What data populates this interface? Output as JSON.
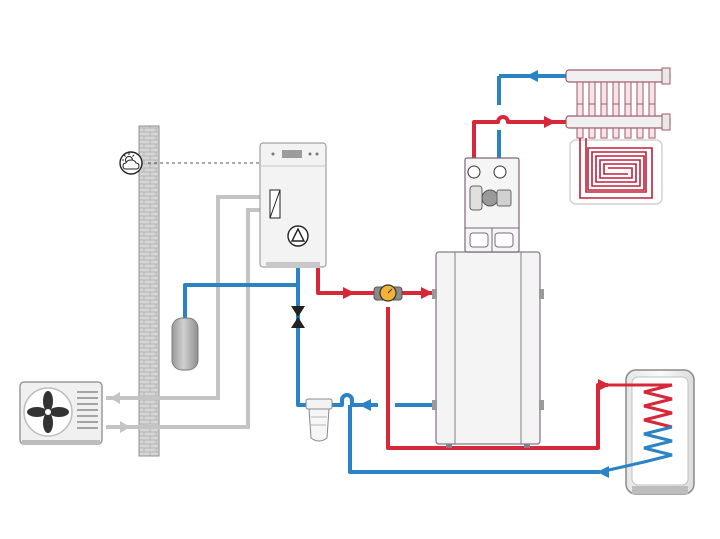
{
  "colors": {
    "hot": "#d7283a",
    "cold": "#2b83c6",
    "return_gray": "#c4c4c4",
    "equipment": "#f2f2f2",
    "outline": "#8a8a8a",
    "wall": "#9a9a9a",
    "floor_loop": "#c0203a"
  },
  "icons": {
    "weather_sensor": "sun-cloud-icon",
    "fan": "fan-icon",
    "pump": "circulation-pump-icon",
    "valve": "check-valve-icon",
    "gauge": "pressure-gauge-icon"
  },
  "components": [
    "outdoor-heat-pump-unit",
    "outdoor-temperature-sensor",
    "indoor-hydrobox",
    "expansion-vessel",
    "magnetic-filter",
    "mixing-valve",
    "buffer-tank",
    "pump-group",
    "underfloor-manifold",
    "underfloor-heating-loop",
    "hot-water-cylinder"
  ]
}
